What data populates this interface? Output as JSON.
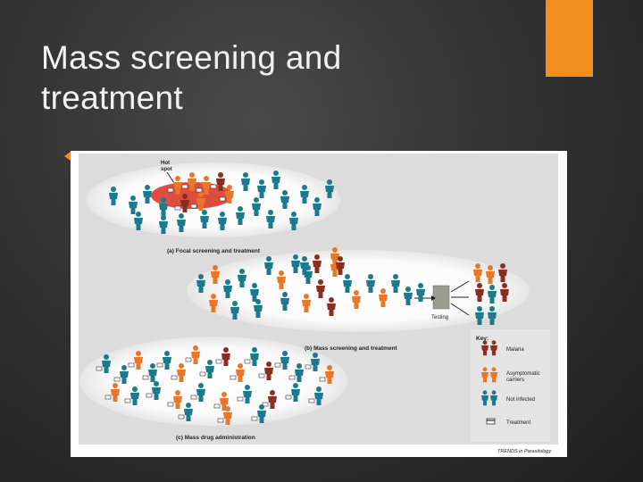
{
  "slide": {
    "title_line1": "Mass screening and",
    "title_line2": "treatment"
  },
  "colors": {
    "accent": "#f28e1c",
    "malaria": "#8b2e22",
    "asymptomatic": "#e8772a",
    "not_infected": "#1c7a8c",
    "hotspot": "#d93a2b"
  },
  "figure": {
    "hotspot_label_line1": "Hot",
    "hotspot_label_line2": "spot",
    "panel_a": "(a) Focal screening and treatment",
    "panel_b": "(b) Mass screening and treatment",
    "panel_c": "(c) Mass drug administration",
    "testing_label": "Testing",
    "key_title": "Key:",
    "key_items": [
      "Malaria",
      "Asymptomatic",
      "carriers",
      "Not infected",
      "Treatment"
    ],
    "credit": "TRENDS in Parasitology"
  }
}
